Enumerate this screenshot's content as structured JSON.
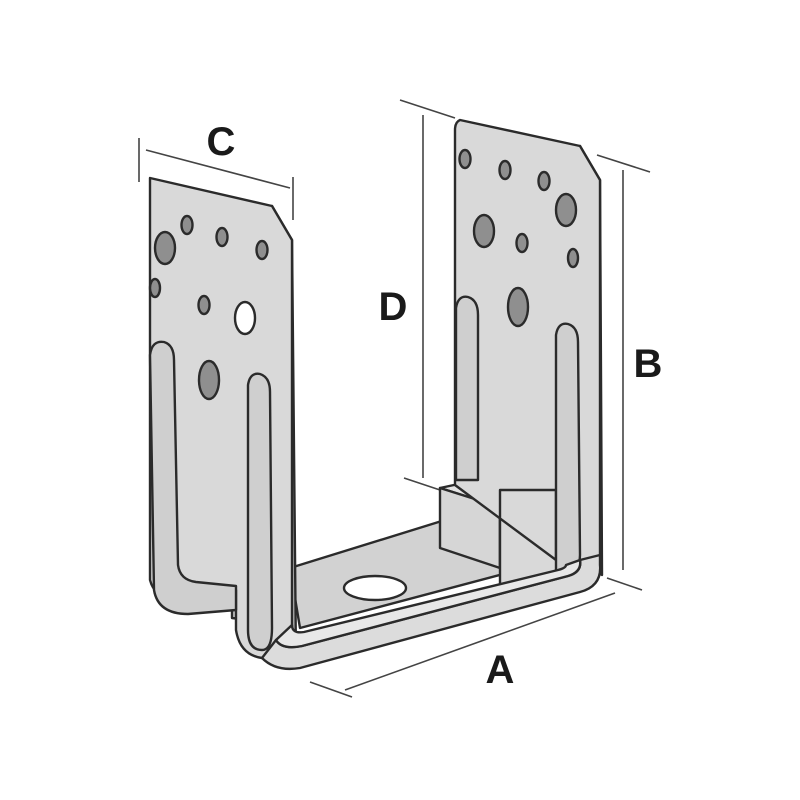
{
  "diagram": {
    "labels": {
      "a": "A",
      "b": "B",
      "c": "C",
      "d": "D"
    },
    "colors": {
      "outline": "#2b2b2b",
      "plate": "#d9d9d9",
      "plate_light": "#e6e6e6",
      "plate_dark": "#c4c4c4",
      "hole": "#8f8f8f",
      "dimension_line": "#444444",
      "background": "#ffffff"
    }
  }
}
